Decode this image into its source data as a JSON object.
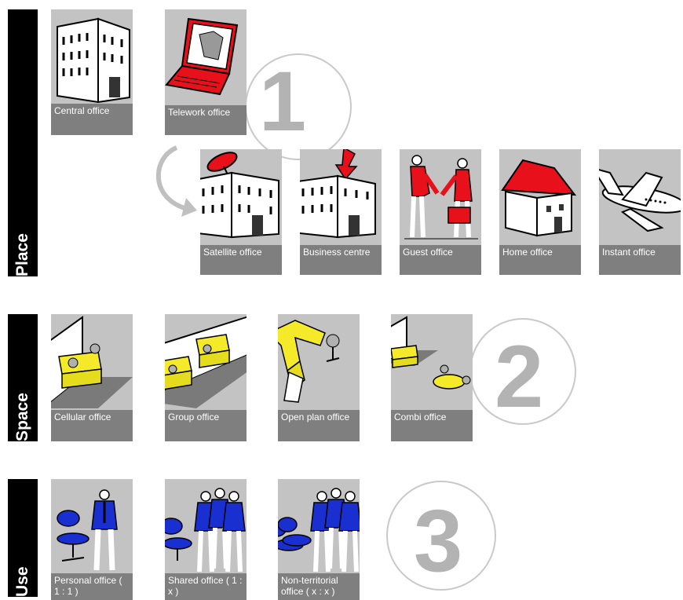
{
  "sections": {
    "place": "Place",
    "space": "Space",
    "use": "Use"
  },
  "numbers": {
    "one": "1",
    "two": "2",
    "three": "3"
  },
  "place": {
    "central": "Central office",
    "telework": "Telework office",
    "satellite": "Satellite office",
    "business": "Business centre",
    "guest": "Guest office",
    "home": "Home office",
    "instant": "Instant office"
  },
  "space": {
    "cellular": "Cellular office",
    "group": "Group office",
    "open": "Open plan office",
    "combi": "Combi office"
  },
  "use": {
    "personal": "Personal office ( 1 : 1 )",
    "shared": "Shared office ( 1 : x )",
    "nonterritorial": "Non-territorial office ( x : x )"
  },
  "colors": {
    "tile": "#c3c3c3",
    "caption": "#7f7f7f",
    "accent_red": "#e8101a",
    "accent_yellow": "#f4ea2a",
    "accent_blue": "#1a2fd0"
  }
}
